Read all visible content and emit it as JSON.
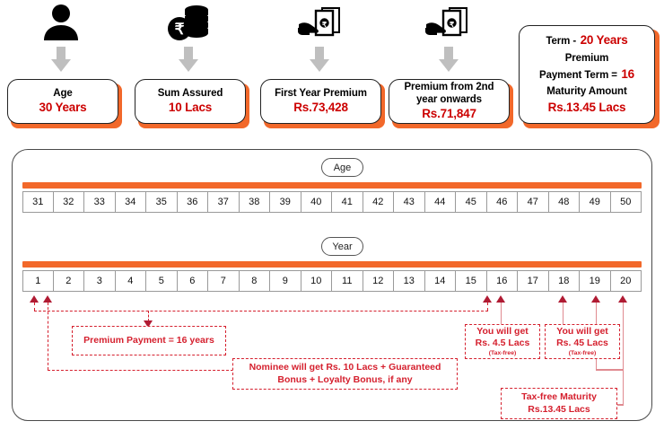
{
  "header": {
    "cards": [
      {
        "icon": "person-icon",
        "label": "Age",
        "value": "30 Years"
      },
      {
        "icon": "coin-stack-rupee-icon",
        "label": "Sum Assured",
        "value": "10 Lacs"
      },
      {
        "icon": "hand-cash-icon",
        "label": "First Year Premium",
        "value": "Rs.73,428"
      },
      {
        "icon": "hand-cash-icon",
        "label": "Premium from 2nd year onwards",
        "value": "Rs.71,847"
      }
    ],
    "summary_card": {
      "term_label": "Term  -",
      "term_value": "20 Years",
      "premium_label": "Premium",
      "payment_term_label": "Payment Term =",
      "payment_term_value": "16",
      "maturity_label": "Maturity Amount",
      "maturity_value": "Rs.13.45 Lacs"
    }
  },
  "timeline": {
    "age": {
      "pill_label": "Age",
      "values": [
        "31",
        "32",
        "33",
        "34",
        "35",
        "36",
        "37",
        "38",
        "39",
        "40",
        "41",
        "42",
        "43",
        "44",
        "45",
        "46",
        "47",
        "48",
        "49",
        "50"
      ]
    },
    "year": {
      "pill_label": "Year",
      "values": [
        "1",
        "2",
        "3",
        "4",
        "5",
        "6",
        "7",
        "8",
        "9",
        "10",
        "11",
        "12",
        "13",
        "14",
        "15",
        "16",
        "17",
        "18",
        "19",
        "20"
      ]
    }
  },
  "callouts": {
    "premium_payment": {
      "line1": "Premium Payment = 16 years"
    },
    "nominee": {
      "line1": "Nominee will get Rs. 10 Lacs + Guaranteed",
      "line2": "Bonus + Loyalty Bonus, if any"
    },
    "payout_year16": {
      "line1": "You will get",
      "line2": "Rs. 4.5 Lacs",
      "note": "(Tax-free)"
    },
    "payout_year18": {
      "line1": "You will get",
      "line2": "Rs. 45 Lacs",
      "note": "(Tax-free)"
    },
    "maturity": {
      "line1": "Tax-free Maturity",
      "line2": "Rs.13.45 Lacs"
    }
  },
  "colors": {
    "accent_orange": "#F2682A",
    "value_red": "#CC0000",
    "callout_red": "#D5202E",
    "arrow_red": "#B01B33",
    "arrow_grey": "#BFBFBF"
  }
}
